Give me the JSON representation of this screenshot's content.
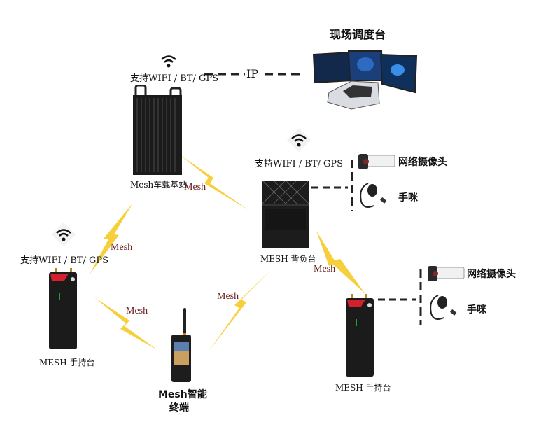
{
  "title": "现场调度台",
  "link_label_ip": "IP",
  "mesh_label": "Mesh",
  "colors": {
    "bolt": "#f7cf3a",
    "mesh_text": "#6b1f1f",
    "dash": "#222222"
  },
  "nodes": {
    "dispatch": {
      "label": "现场调度台"
    },
    "vehicle_base": {
      "label": "Mesh车载基站",
      "feature": "支持WIFI / BT/ GPS"
    },
    "backpack": {
      "label": "MESH 背负台",
      "feature": "支持WIFI / BT/ GPS"
    },
    "handheld_left": {
      "label": "MESH 手持台",
      "feature": "支持WIFI / BT/ GPS"
    },
    "smart_terminal": {
      "label_line1": "Mesh智能",
      "label_line2": "终端"
    },
    "handheld_right": {
      "label": "MESH 手持台"
    }
  },
  "peripherals": {
    "camera": "网络摄像头",
    "mic": "手咪"
  },
  "icons": [
    "wifi-icon",
    "laptop-icon",
    "camera-icon",
    "mic-icon",
    "radio-icon",
    "phone-icon",
    "base-station-icon",
    "backpack-icon",
    "lightning-icon"
  ]
}
